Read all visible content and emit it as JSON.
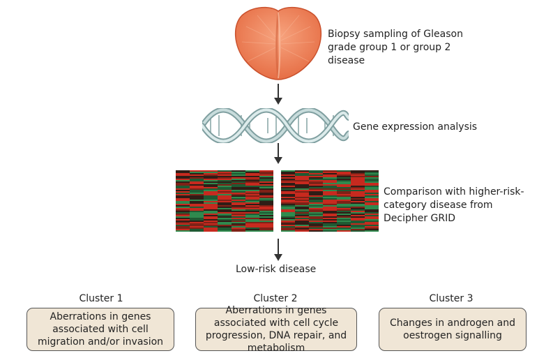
{
  "steps": {
    "biopsy": "Biopsy sampling of Gleason grade group 1 or group 2 disease",
    "gene_expression": "Gene expression analysis",
    "comparison": "Comparison with higher-risk-category disease from Decipher GRID",
    "low_risk": "Low-risk disease"
  },
  "clusters": [
    {
      "title": "Cluster 1",
      "description": "Aberrations in genes associated with cell migration and/or invasion"
    },
    {
      "title": "Cluster 2",
      "description": "Aberrations in genes associated with cell cycle progression, DNA repair, and metabolism"
    },
    {
      "title": "Cluster 3",
      "description": "Changes in androgen and oestrogen signalling"
    }
  ],
  "colors": {
    "prostate": "#f08a62",
    "dna": "#9bb8b8",
    "heatmap_red": "#d8281e",
    "heatmap_green": "#2f8a4e",
    "cluster_box": "#f0e6d6"
  }
}
